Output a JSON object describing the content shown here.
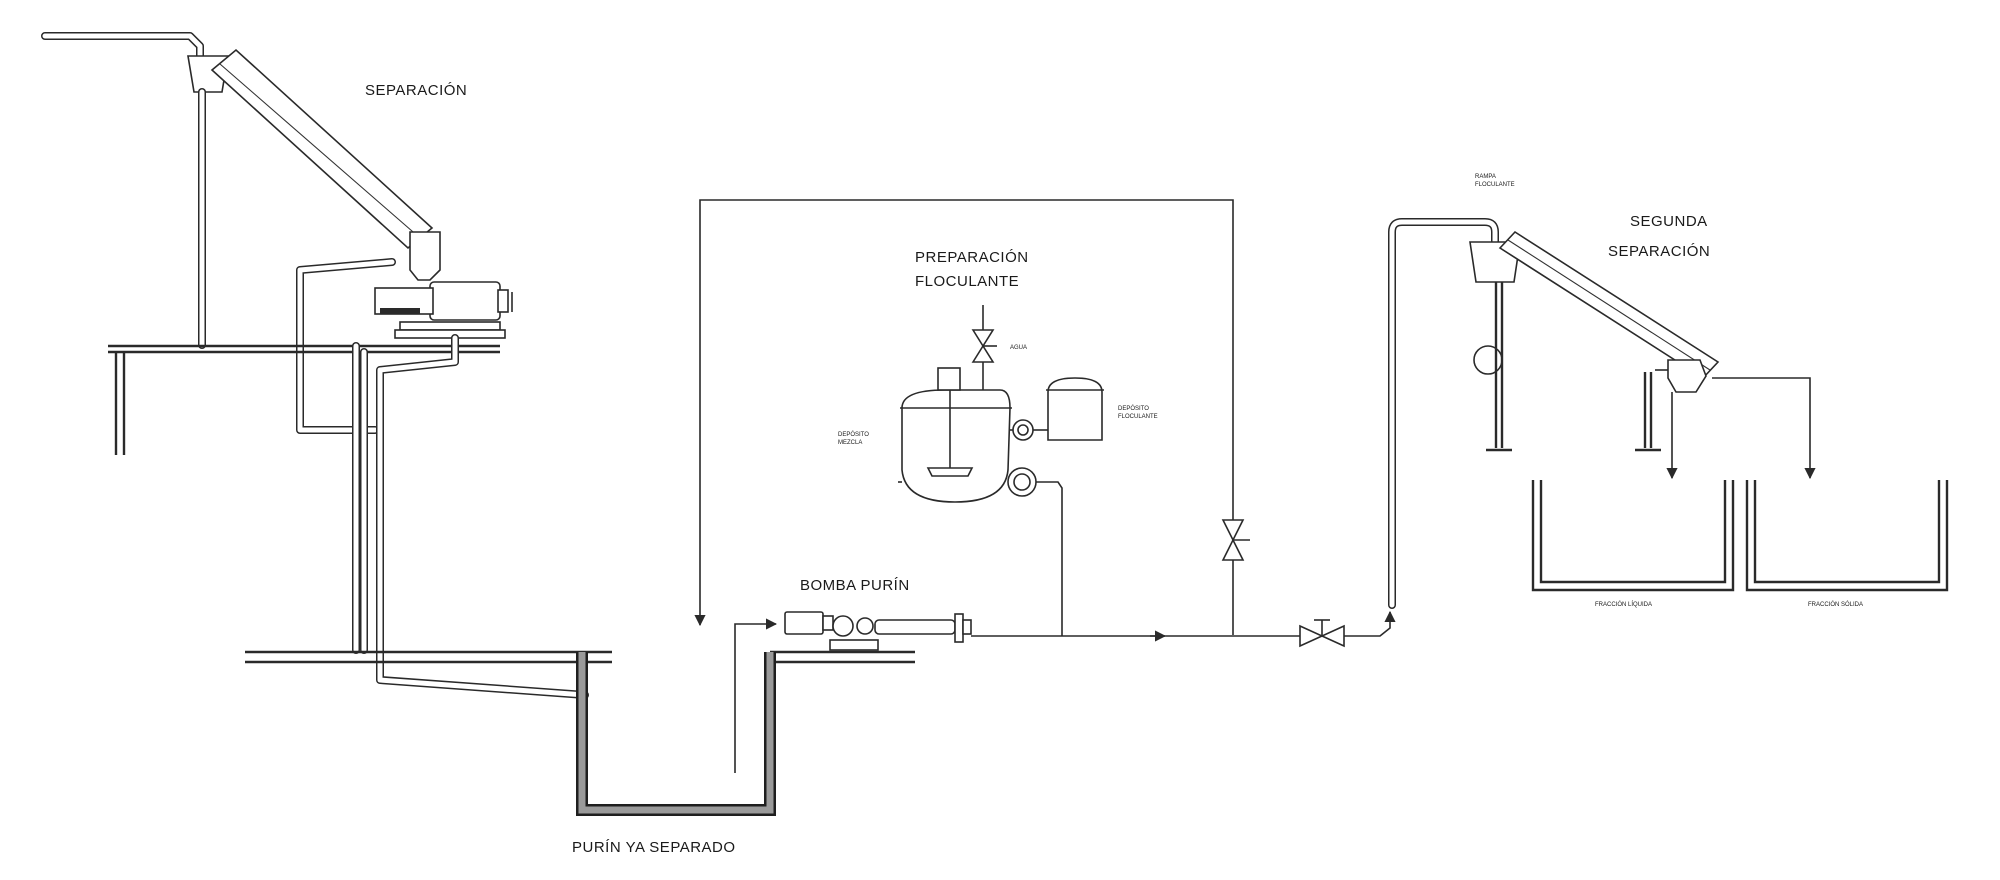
{
  "labels": {
    "separacion": "SEPARACIÓN",
    "preparacion_line1": "PREPARACIÓN",
    "preparacion_line2": "FLOCULANTE",
    "bomba_purin": "BOMBA PURÍN",
    "purin_ya_separado": "PURÍN YA SEPARADO",
    "segunda_line1": "SEGUNDA",
    "segunda_line2": "SEPARACIÓN",
    "agua": "AGUA",
    "deposito_mezcla_line1": "DEPÓSITO",
    "deposito_mezcla_line2": "MEZCLA",
    "deposito_floculante_line1": "DEPÓSITO",
    "deposito_floculante_line2": "FLOCULANTE",
    "rampa_line1": "RAMPA",
    "rampa_line2": "FLOCULANTE",
    "fraccion_liquida": "FRACCIÓN LÍQUIDA",
    "fraccion_solida": "FRACCIÓN SÓLIDA"
  },
  "colors": {
    "line": "#2a2a2a",
    "pit_wall_fill": "#9a9a9a",
    "background": "#ffffff"
  }
}
